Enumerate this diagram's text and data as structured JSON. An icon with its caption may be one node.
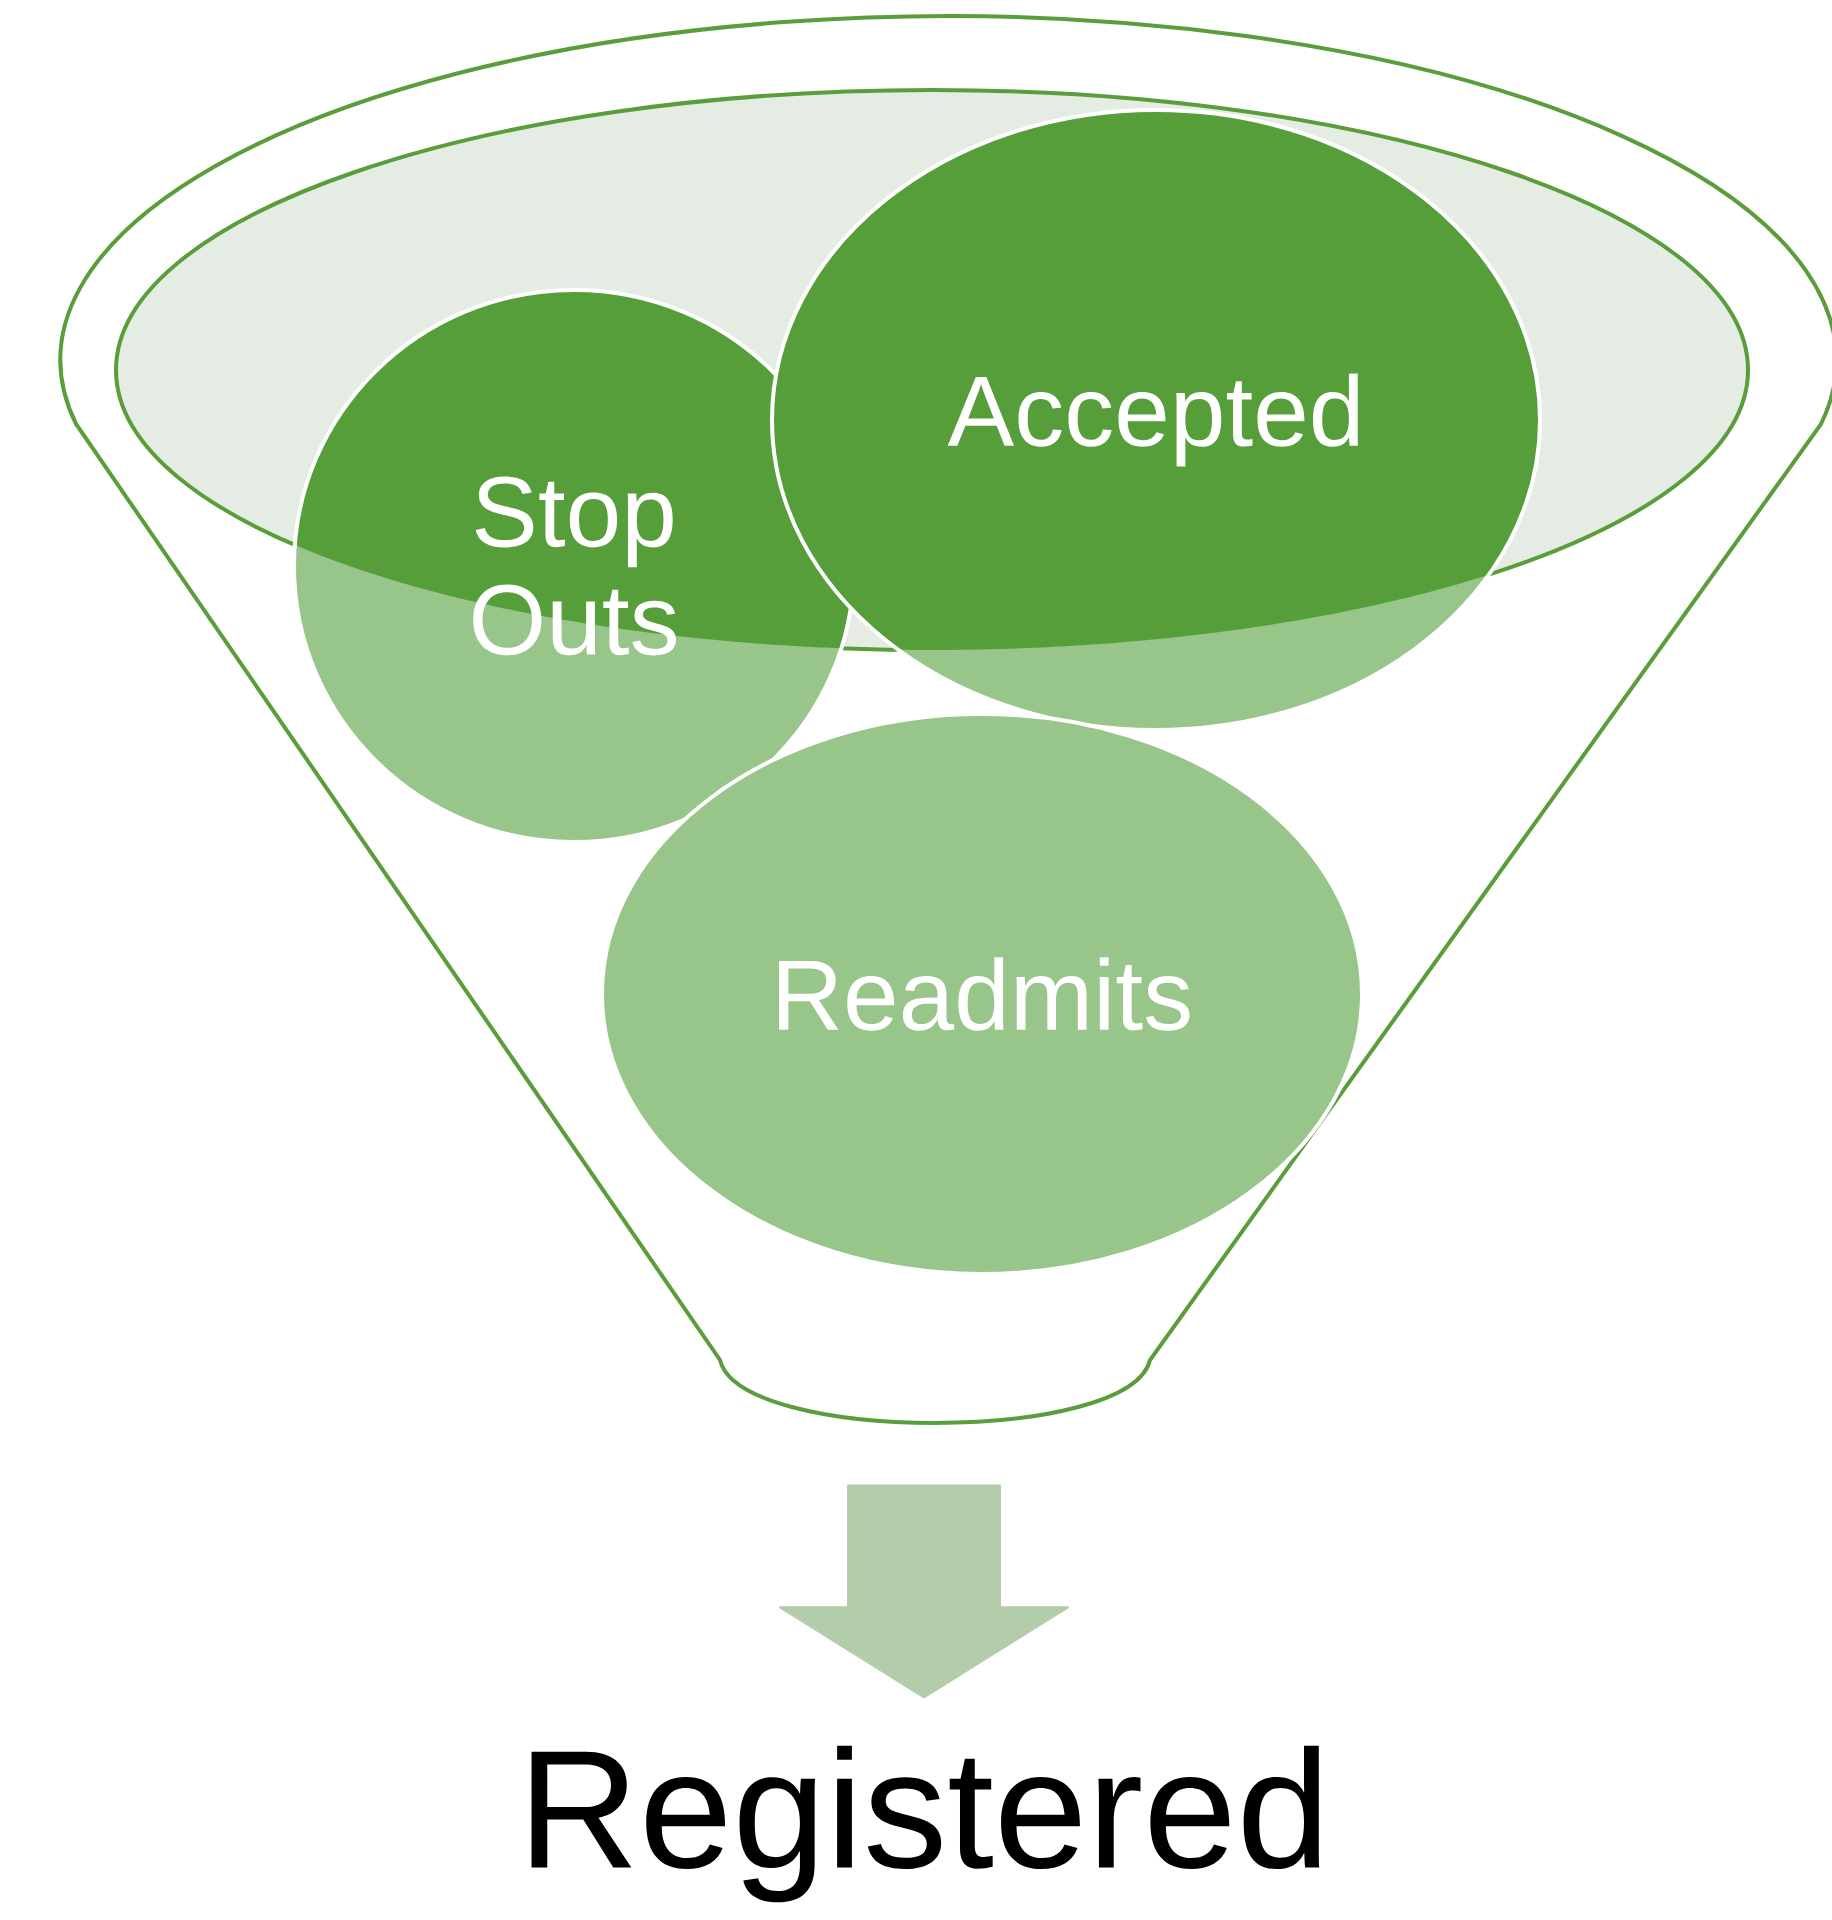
{
  "diagram": {
    "nodes": [
      {
        "text": [],
        "shape": "funnel"
      },
      {
        "text": [
          "Stop Outs"
        ],
        "in": 0
      },
      {
        "text": [
          "Accepted"
        ],
        "in": 0
      },
      {
        "text": [
          "Readmits"
        ],
        "in": 0
      },
      {
        "text": [
          "Registered"
        ]
      }
    ],
    "edges": [
      {
        "from": 0,
        "to": 4,
        "arrow": "to",
        "style": "thick"
      }
    ]
  }
}
